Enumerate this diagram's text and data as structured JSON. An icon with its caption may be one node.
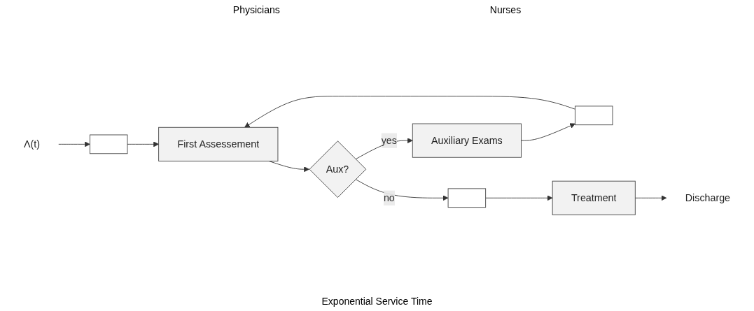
{
  "diagram": {
    "nodes": [
      {
        "text": [
          "Λ(t)"
        ]
      },
      {
        "text": [],
        "shape": "box"
      },
      {
        "text": [],
        "shape": "box"
      },
      {
        "text": [
          "First Assessement"
        ]
      },
      {
        "text": [
          "Aux?"
        ]
      },
      {
        "text": [
          "Auxiliary Exams"
        ]
      },
      {
        "text": [],
        "shape": "box"
      },
      {
        "text": [
          "Treatment"
        ]
      },
      {
        "text": [
          "Discharge"
        ]
      }
    ],
    "edges": [
      {
        "from": 0,
        "to": 1,
        "arrow": "to"
      },
      {
        "from": 1,
        "to": 3,
        "arrow": "to"
      },
      {
        "from": 2,
        "to": 3,
        "arrow": "to"
      },
      {
        "from": 3,
        "to": 4,
        "arrow": "to"
      },
      {
        "from": 4,
        "to": 5,
        "arrow": "to",
        "label": "yes"
      },
      {
        "from": 4,
        "to": 6,
        "arrow": "to",
        "label": "no"
      },
      {
        "from": 5,
        "to": 2,
        "arrow": "to"
      },
      {
        "from": 6,
        "to": 7,
        "arrow": "to"
      },
      {
        "from": 7,
        "to": 8,
        "arrow": "to"
      }
    ],
    "labels": [
      "Physicians",
      "Nurses",
      "Exponential Service Time"
    ]
  }
}
